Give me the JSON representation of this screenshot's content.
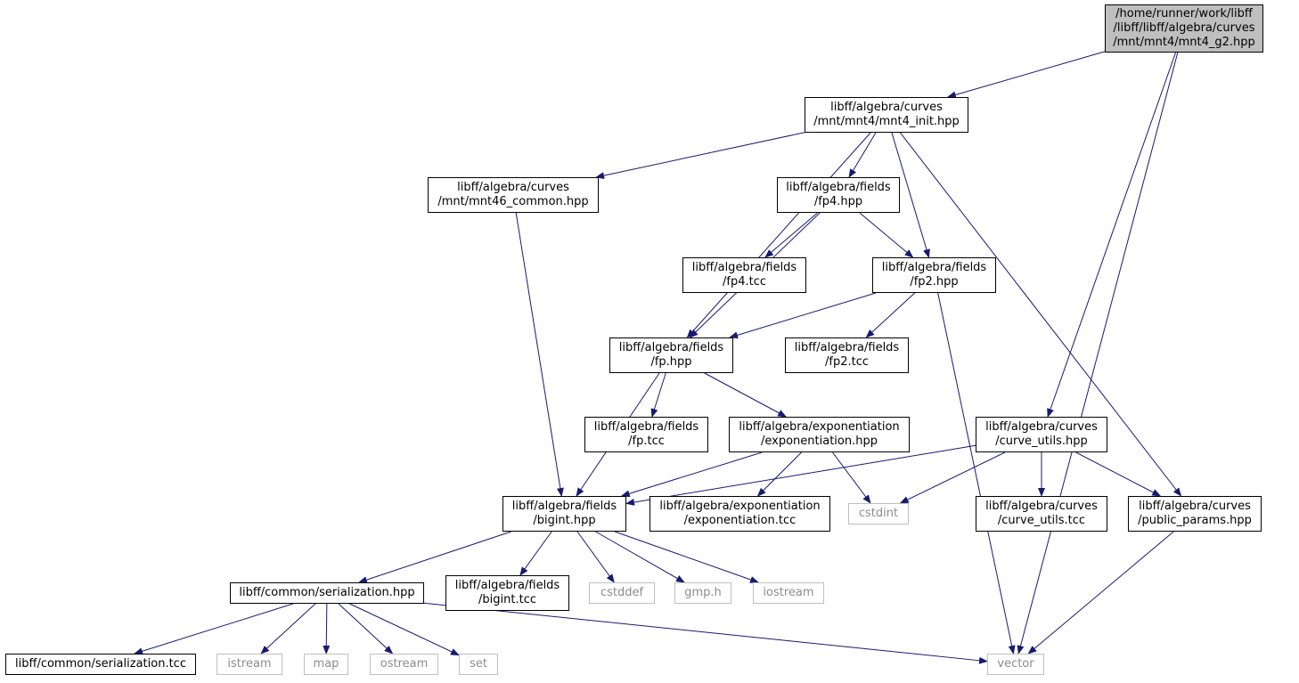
{
  "colors": {
    "edge": "#191970",
    "sys_border": "#bfbfbf",
    "root_fill": "#bfbfbf"
  },
  "nodes": [
    {
      "id": "mnt4_g2",
      "lines": [
        "/home/runner/work/libff",
        "/libff/libff/algebra/curves",
        "/mnt/mnt4/mnt4_g2.hpp"
      ],
      "kind": "root"
    },
    {
      "id": "mnt4_init",
      "lines": [
        "libff/algebra/curves",
        "/mnt/mnt4/mnt4_init.hpp"
      ],
      "kind": "header"
    },
    {
      "id": "mnt46_common",
      "lines": [
        "libff/algebra/curves",
        "/mnt/mnt46_common.hpp"
      ],
      "kind": "header"
    },
    {
      "id": "fp4_hpp",
      "lines": [
        "libff/algebra/fields",
        "/fp4.hpp"
      ],
      "kind": "header"
    },
    {
      "id": "fp4_tcc",
      "lines": [
        "libff/algebra/fields",
        "/fp4.tcc"
      ],
      "kind": "header"
    },
    {
      "id": "fp2_hpp",
      "lines": [
        "libff/algebra/fields",
        "/fp2.hpp"
      ],
      "kind": "header"
    },
    {
      "id": "fp_hpp",
      "lines": [
        "libff/algebra/fields",
        "/fp.hpp"
      ],
      "kind": "header"
    },
    {
      "id": "fp2_tcc",
      "lines": [
        "libff/algebra/fields",
        "/fp2.tcc"
      ],
      "kind": "header"
    },
    {
      "id": "fp_tcc",
      "lines": [
        "libff/algebra/fields",
        "/fp.tcc"
      ],
      "kind": "header"
    },
    {
      "id": "exp_hpp",
      "lines": [
        "libff/algebra/exponentiation",
        "/exponentiation.hpp"
      ],
      "kind": "header"
    },
    {
      "id": "curve_utils_hpp",
      "lines": [
        "libff/algebra/curves",
        "/curve_utils.hpp"
      ],
      "kind": "header"
    },
    {
      "id": "bigint_hpp",
      "lines": [
        "libff/algebra/fields",
        "/bigint.hpp"
      ],
      "kind": "header"
    },
    {
      "id": "exp_tcc",
      "lines": [
        "libff/algebra/exponentiation",
        "/exponentiation.tcc"
      ],
      "kind": "header"
    },
    {
      "id": "cstdint",
      "lines": [
        "cstdint"
      ],
      "kind": "sys"
    },
    {
      "id": "curve_utils_tcc",
      "lines": [
        "libff/algebra/curves",
        "/curve_utils.tcc"
      ],
      "kind": "header"
    },
    {
      "id": "public_params",
      "lines": [
        "libff/algebra/curves",
        "/public_params.hpp"
      ],
      "kind": "header"
    },
    {
      "id": "serialization_hpp",
      "lines": [
        "libff/common/serialization.hpp"
      ],
      "kind": "header"
    },
    {
      "id": "bigint_tcc",
      "lines": [
        "libff/algebra/fields",
        "/bigint.tcc"
      ],
      "kind": "header"
    },
    {
      "id": "cstddef",
      "lines": [
        "cstddef"
      ],
      "kind": "sys"
    },
    {
      "id": "gmp",
      "lines": [
        "gmp.h"
      ],
      "kind": "sys"
    },
    {
      "id": "iostream",
      "lines": [
        "iostream"
      ],
      "kind": "sys"
    },
    {
      "id": "serialization_tcc",
      "lines": [
        "libff/common/serialization.tcc"
      ],
      "kind": "header"
    },
    {
      "id": "istream",
      "lines": [
        "istream"
      ],
      "kind": "sys"
    },
    {
      "id": "map",
      "lines": [
        "map"
      ],
      "kind": "sys"
    },
    {
      "id": "ostream",
      "lines": [
        "ostream"
      ],
      "kind": "sys"
    },
    {
      "id": "set",
      "lines": [
        "set"
      ],
      "kind": "sys"
    },
    {
      "id": "vector",
      "lines": [
        "vector"
      ],
      "kind": "sys"
    }
  ],
  "edges": [
    {
      "from": "mnt4_g2",
      "to": "mnt4_init"
    },
    {
      "from": "mnt4_g2",
      "to": "curve_utils_hpp"
    },
    {
      "from": "mnt4_g2",
      "to": "vector"
    },
    {
      "from": "mnt4_init",
      "to": "mnt46_common"
    },
    {
      "from": "mnt4_init",
      "to": "fp4_hpp"
    },
    {
      "from": "mnt4_init",
      "to": "fp2_hpp"
    },
    {
      "from": "mnt4_init",
      "to": "fp_hpp"
    },
    {
      "from": "mnt4_init",
      "to": "public_params"
    },
    {
      "from": "mnt46_common",
      "to": "bigint_hpp"
    },
    {
      "from": "fp4_hpp",
      "to": "fp4_tcc"
    },
    {
      "from": "fp4_hpp",
      "to": "fp2_hpp"
    },
    {
      "from": "fp4_hpp",
      "to": "fp_hpp"
    },
    {
      "from": "fp2_hpp",
      "to": "fp_hpp"
    },
    {
      "from": "fp2_hpp",
      "to": "fp2_tcc"
    },
    {
      "from": "fp2_hpp",
      "to": "vector"
    },
    {
      "from": "fp_hpp",
      "to": "fp_tcc"
    },
    {
      "from": "fp_hpp",
      "to": "exp_hpp"
    },
    {
      "from": "fp_hpp",
      "to": "bigint_hpp"
    },
    {
      "from": "exp_hpp",
      "to": "bigint_hpp"
    },
    {
      "from": "exp_hpp",
      "to": "exp_tcc"
    },
    {
      "from": "exp_hpp",
      "to": "cstdint"
    },
    {
      "from": "curve_utils_hpp",
      "to": "bigint_hpp"
    },
    {
      "from": "curve_utils_hpp",
      "to": "cstdint"
    },
    {
      "from": "curve_utils_hpp",
      "to": "curve_utils_tcc"
    },
    {
      "from": "curve_utils_hpp",
      "to": "public_params"
    },
    {
      "from": "public_params",
      "to": "vector"
    },
    {
      "from": "bigint_hpp",
      "to": "serialization_hpp"
    },
    {
      "from": "bigint_hpp",
      "to": "bigint_tcc"
    },
    {
      "from": "bigint_hpp",
      "to": "cstddef"
    },
    {
      "from": "bigint_hpp",
      "to": "gmp"
    },
    {
      "from": "bigint_hpp",
      "to": "iostream"
    },
    {
      "from": "serialization_hpp",
      "to": "serialization_tcc"
    },
    {
      "from": "serialization_hpp",
      "to": "istream"
    },
    {
      "from": "serialization_hpp",
      "to": "map"
    },
    {
      "from": "serialization_hpp",
      "to": "ostream"
    },
    {
      "from": "serialization_hpp",
      "to": "set"
    },
    {
      "from": "serialization_hpp",
      "to": "vector"
    }
  ]
}
